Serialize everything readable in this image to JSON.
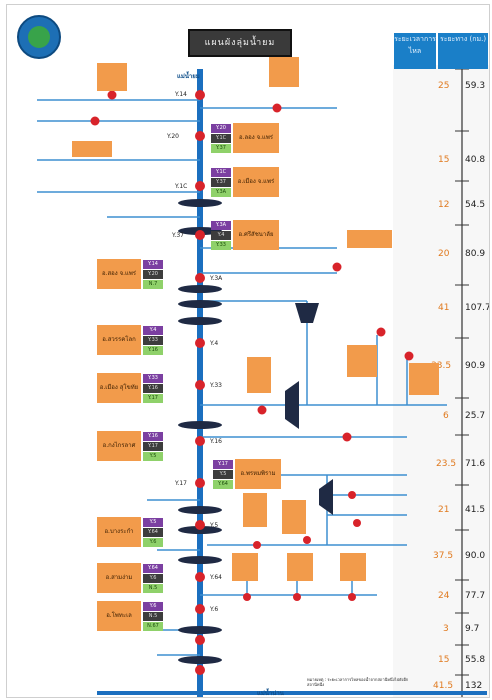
{
  "header": {
    "title": "แผนผังลุ่มน้ำยม"
  },
  "columns": {
    "col1": "ระยะเวลาการไหล",
    "col2": "ระยะทาง (กม.)"
  },
  "river_label": "แม่น้ำยม",
  "bottom_label": "แม่น้ำน่าน",
  "footnote": "หมายเหตุ : ระยะเวลาการไหลของน้ำจากสถานีหนึ่งไปยังอีกสถานีหนึ่ง",
  "table_rows": [
    {
      "hours": "25",
      "km": "59.3"
    },
    {
      "hours": "15",
      "km": "40.8"
    },
    {
      "hours": "12",
      "km": "54.5"
    },
    {
      "hours": "20",
      "km": "80.9"
    },
    {
      "hours": "41",
      "km": "107.7"
    },
    {
      "hours": "33.5",
      "km": "90.9"
    },
    {
      "hours": "6",
      "km": "25.7"
    },
    {
      "hours": "23.5",
      "km": "71.6"
    },
    {
      "hours": "21",
      "km": "41.5"
    },
    {
      "hours": "37.5",
      "km": "90.0"
    },
    {
      "hours": "24",
      "km": "77.7"
    },
    {
      "hours": "3",
      "km": "9.7"
    },
    {
      "hours": "15",
      "km": "55.8"
    },
    {
      "hours": "41.5",
      "km": "132"
    }
  ],
  "stations_main": [
    "Y.14",
    "Y.20",
    "Y.1C",
    "Y.37",
    "Y.3A",
    "Y.4",
    "Y.33",
    "Y.16",
    "Y.17",
    "Y.5",
    "Y.64",
    "Y.6"
  ],
  "cards": [
    {
      "name": "อ.สอง จ.แพร่",
      "v": [
        "Y.14",
        "Y.20",
        "N.7"
      ]
    },
    {
      "name": "อ.ลอง จ.แพร่",
      "v": [
        "Y.20",
        "Y.1C",
        "Y.37"
      ]
    },
    {
      "name": "อ.เมือง จ.แพร่",
      "v": [
        "Y.1C",
        "Y.37",
        "Y.3A"
      ]
    },
    {
      "name": "อ.ศรีสัชนาลัย",
      "v": [
        "Y.3A",
        "Y.4",
        "Y.33"
      ]
    },
    {
      "name": "อ.สวรรคโลก",
      "v": [
        "Y.4",
        "Y.33",
        "Y.16"
      ]
    },
    {
      "name": "อ.เมือง สุโขทัย",
      "v": [
        "Y.33",
        "Y.16",
        "Y.17"
      ]
    },
    {
      "name": "อ.กงไกรลาศ",
      "v": [
        "Y.16",
        "Y.17",
        "Y.5"
      ]
    },
    {
      "name": "อ.พรหมพิราม",
      "v": [
        "Y.17",
        "Y.5",
        "Y.64"
      ]
    },
    {
      "name": "อ.บางระกำ",
      "v": [
        "Y.5",
        "Y.64",
        "Y.6"
      ]
    },
    {
      "name": "อ.สามง่าม",
      "v": [
        "Y.64",
        "Y.6",
        "N.5"
      ]
    },
    {
      "name": "อ.โพทะเล",
      "v": [
        "Y.6",
        "N.5",
        "N.67"
      ]
    }
  ]
}
